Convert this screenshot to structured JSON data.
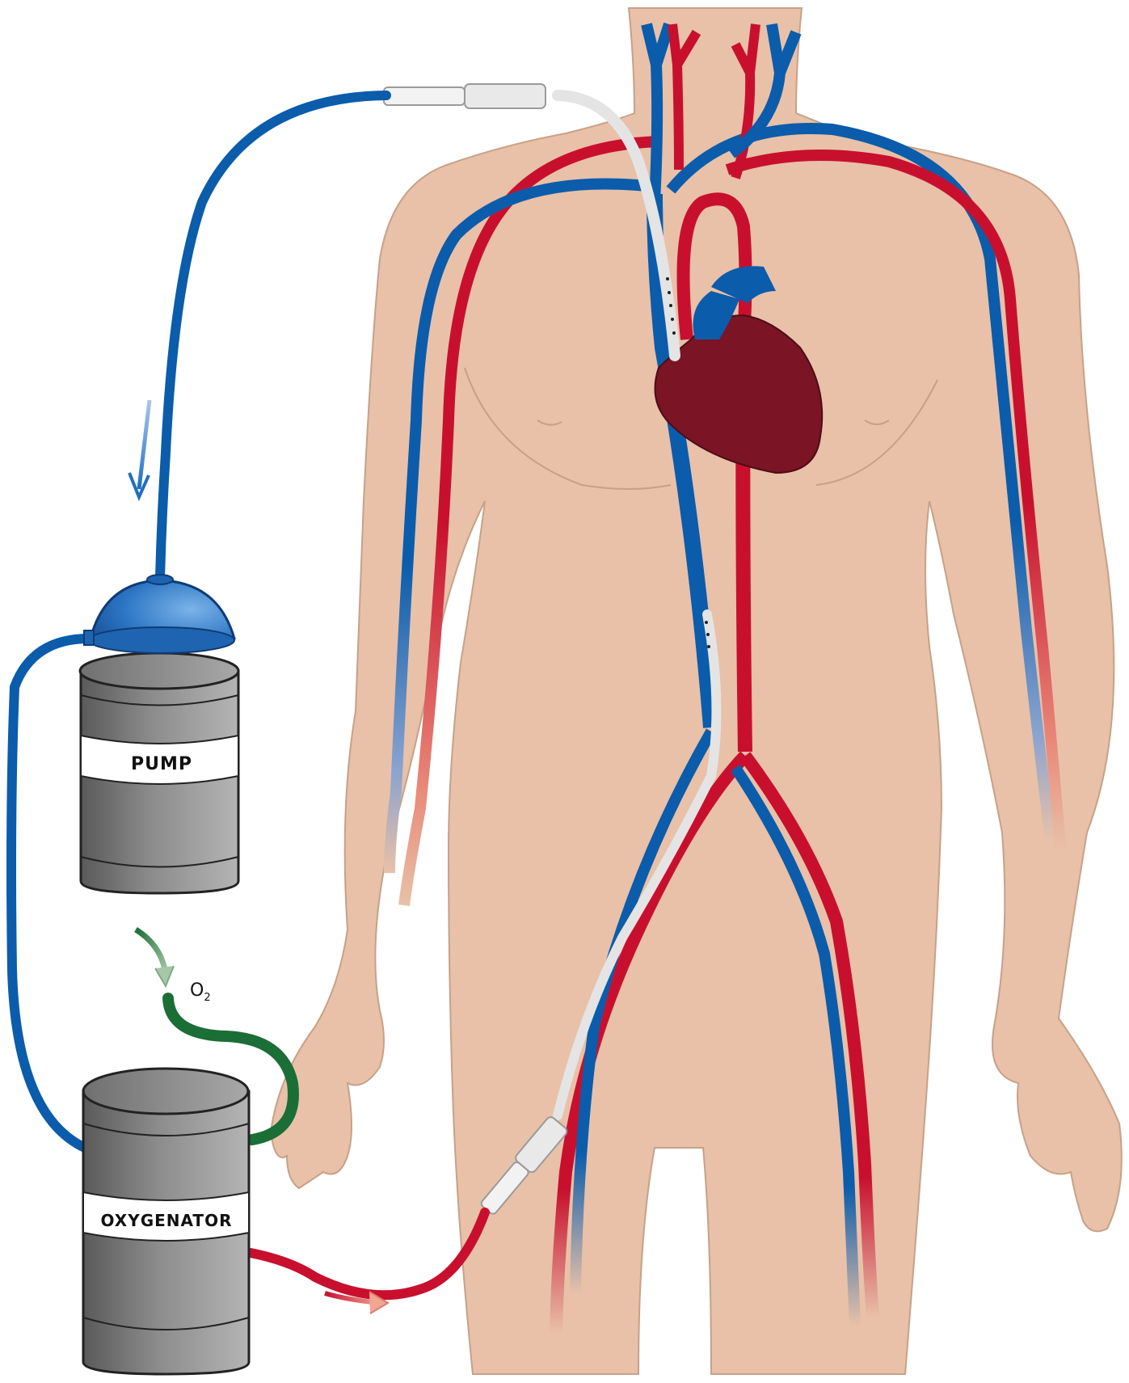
{
  "labels": {
    "pump": "PUMP",
    "oxygenator": "OXYGENATOR",
    "oxygen": "O",
    "oxygen_sub": "2"
  },
  "colors": {
    "skin": "#e8c1a8",
    "skin_outline": "#c7a187",
    "vein": "#0b5cab",
    "artery": "#c8102e",
    "heart": "#7b1424",
    "oxygen_line": "#1b6e35",
    "device_gray": "#8a8a8a",
    "pump_cap": "#3e86cf",
    "cannula": "#e4e4e4"
  },
  "icons": {
    "venous_flow": "arrow-down-icon",
    "oxygen_flow": "arrow-curved-down-icon",
    "arterial_flow": "arrow-right-icon"
  }
}
